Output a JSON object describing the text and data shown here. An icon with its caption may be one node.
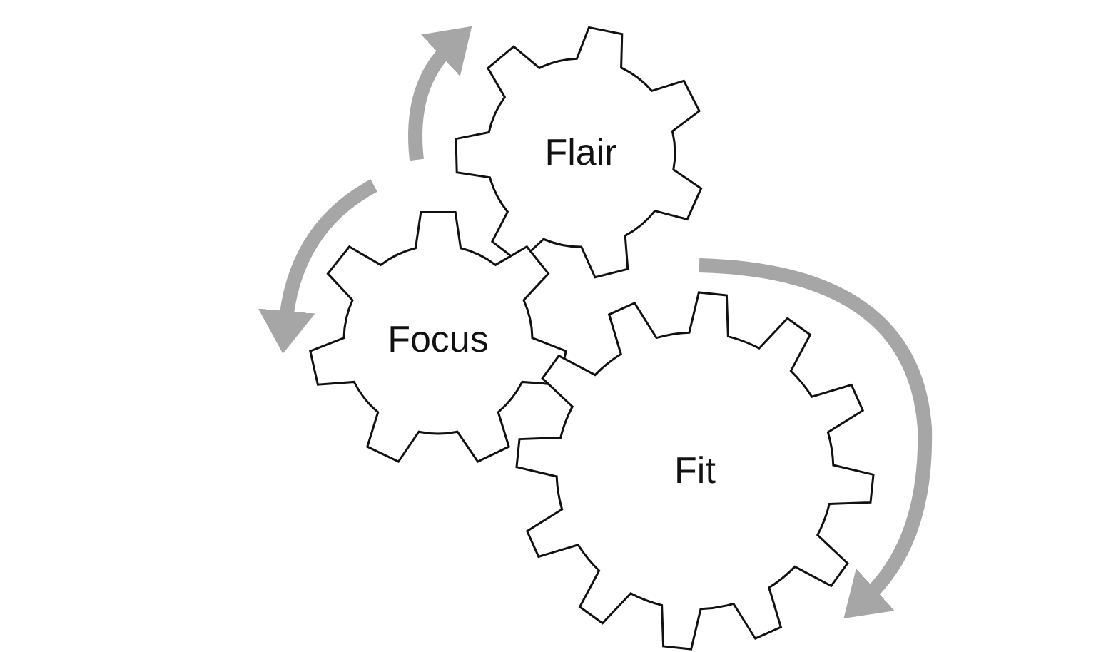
{
  "diagram": {
    "nodes": [
      {
        "text": [
          "Flair"
        ]
      },
      {
        "text": [
          "Focus"
        ]
      },
      {
        "text": [
          "Fit"
        ]
      }
    ]
  }
}
